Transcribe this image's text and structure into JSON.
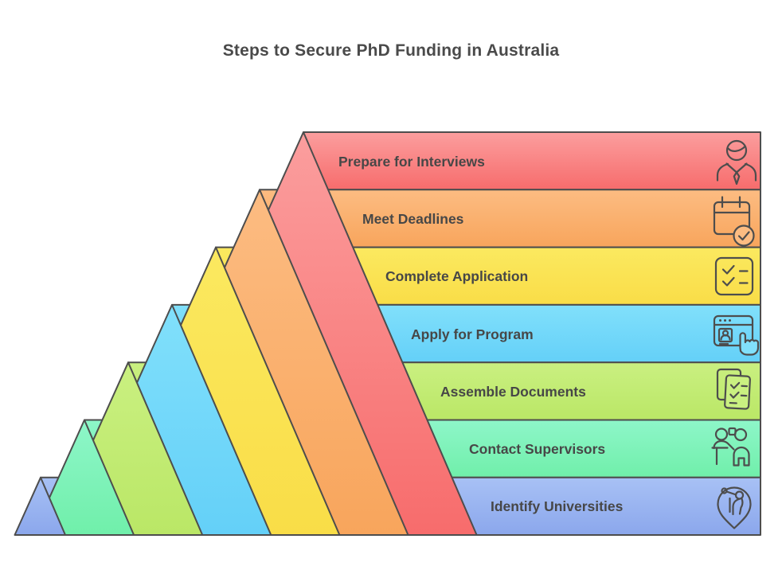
{
  "title": "Steps to Secure PhD Funding in Australia",
  "colors": {
    "outline": "#4d4d4d",
    "text": "#474747",
    "title": "#4a4a4a",
    "background": "#ffffff"
  },
  "diagram": {
    "type": "pyramid-steps",
    "levels_top_to_bottom": 7
  },
  "steps": [
    {
      "label": "Prepare for Interviews",
      "icon": "interview-person-icon",
      "color_top": "#fb9e9e",
      "color_bottom": "#f76c6c"
    },
    {
      "label": "Meet Deadlines",
      "icon": "calendar-check-icon",
      "color_top": "#fcbc82",
      "color_bottom": "#f8a55c"
    },
    {
      "label": "Complete Application",
      "icon": "checklist-icon",
      "color_top": "#fbe960",
      "color_bottom": "#f9dd47"
    },
    {
      "label": "Apply for Program",
      "icon": "browser-apply-icon",
      "color_top": "#81e0fb",
      "color_bottom": "#64d0f8"
    },
    {
      "label": "Assemble Documents",
      "icon": "stacked-documents-icon",
      "color_top": "#caf081",
      "color_bottom": "#bae766"
    },
    {
      "label": "Contact Supervisors",
      "icon": "people-meeting-icon",
      "color_top": "#8ef6c9",
      "color_bottom": "#70efaa"
    },
    {
      "label": "Identify Universities",
      "icon": "map-pin-search-icon",
      "color_top": "#a8c1f5",
      "color_bottom": "#8ba7ec"
    }
  ]
}
